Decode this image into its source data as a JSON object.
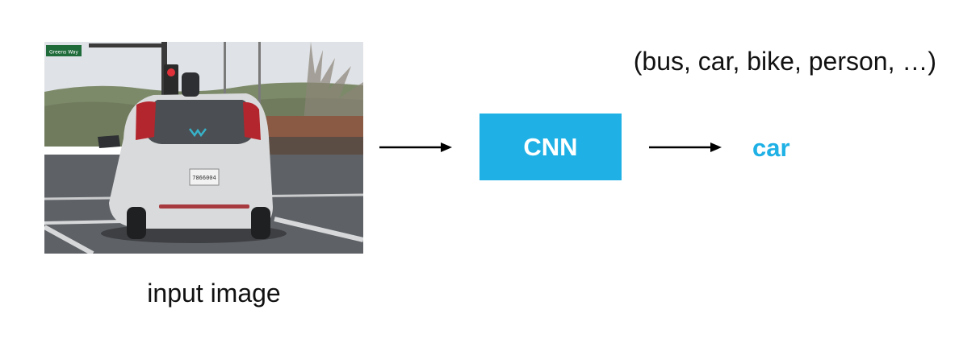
{
  "diagram": {
    "input_caption": "input image",
    "model_label": "CNN",
    "classes_label": "(bus, car, bike, person, …)",
    "output_label": "car",
    "photo": {
      "street_sign_text": "Greens Way",
      "plate_text": "7866004"
    }
  },
  "colors": {
    "accent": "#1fb1e5",
    "text": "#111111",
    "arrow": "#000000"
  }
}
